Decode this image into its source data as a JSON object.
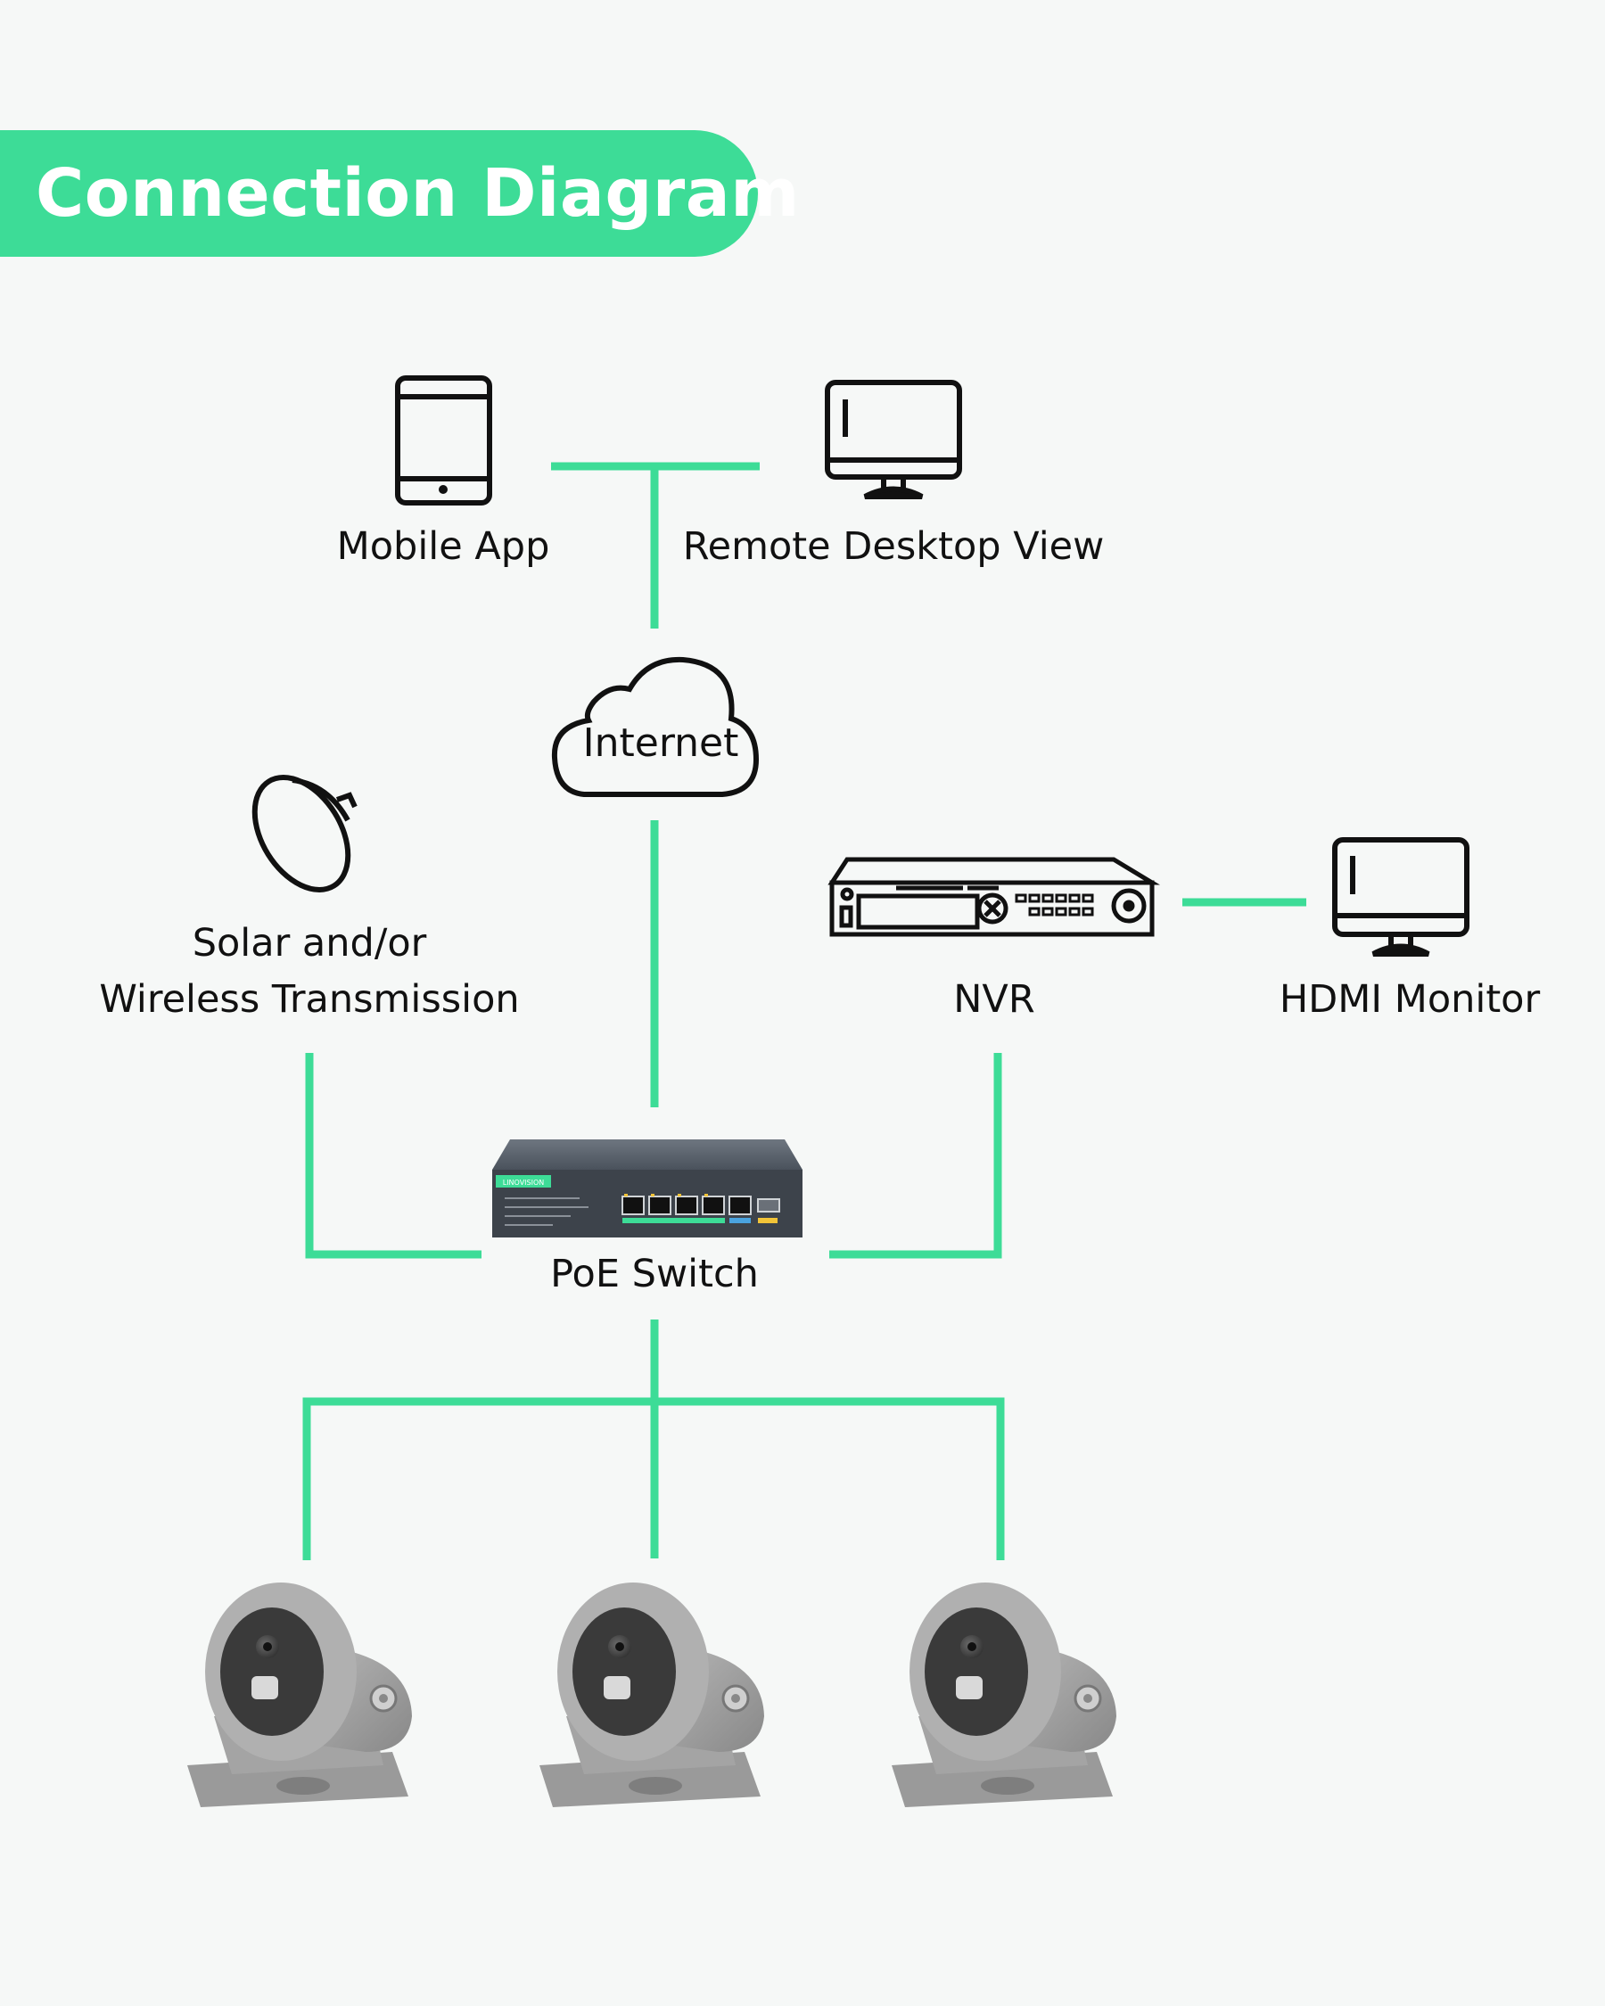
{
  "title": "Connection Diagram",
  "nodes": {
    "mobile_app": "Mobile App",
    "remote_desktop": "Remote Desktop View",
    "internet": "Internet",
    "solar_line1": "Solar and/or",
    "solar_line2": "Wireless Transmission",
    "nvr": "NVR",
    "hdmi_monitor": "HDMI Monitor",
    "poe_switch": "PoE Switch"
  },
  "switch_brand": "LINOVISION",
  "colors": {
    "accent": "#3ddc97",
    "background": "#f6f8f7",
    "icon_stroke": "#111111"
  },
  "icons": [
    "tablet-icon",
    "desktop-monitor-icon",
    "cloud-icon",
    "solar-panel-icon",
    "nvr-icon",
    "monitor-icon",
    "poe-switch-image",
    "camera-image"
  ]
}
